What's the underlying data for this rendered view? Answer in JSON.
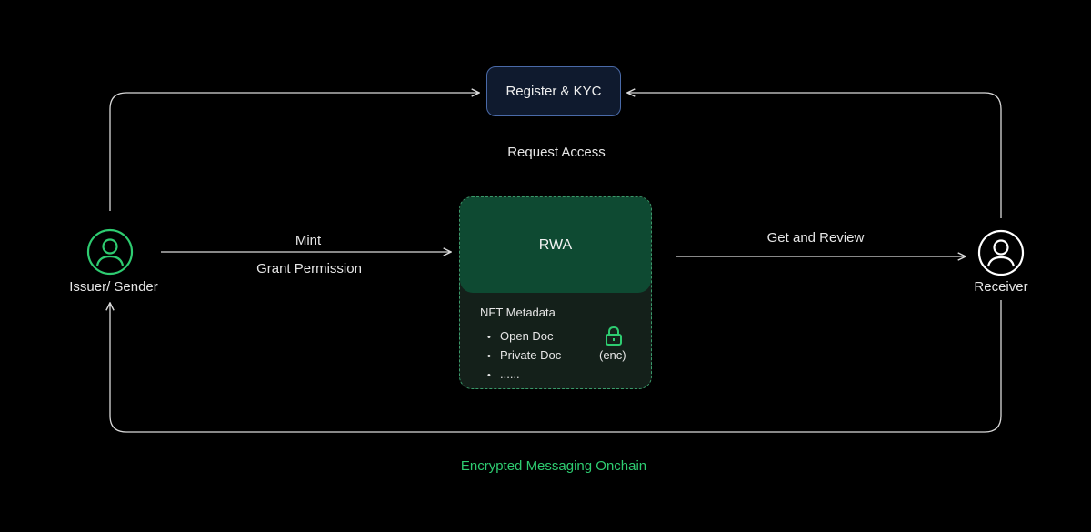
{
  "nodes": {
    "issuer": {
      "label": "Issuer/ Sender",
      "icon": "user-circle-icon",
      "color": "#2ecc71"
    },
    "receiver": {
      "label": "Receiver",
      "icon": "user-circle-icon",
      "color": "#ffffff"
    },
    "register": {
      "label": "Register & KYC"
    },
    "rwa": {
      "label": "RWA",
      "metadata_title": "NFT Metadata",
      "metadata_items": [
        "Open Doc",
        "Private Doc",
        "......"
      ],
      "lock_icon": "lock-icon",
      "lock_label": "(enc)"
    }
  },
  "edges": {
    "mint": "Mint",
    "grant": "Grant Permission",
    "get_review": "Get and Review",
    "request_access": "Request Access",
    "encrypted_messaging": "Encrypted Messaging Onchain"
  },
  "colors": {
    "background": "#000000",
    "accent_green": "#2ecc71",
    "rwa_fill": "#0e4a32",
    "kyc_border": "#4a6aa8",
    "line": "#d9d9d9"
  }
}
